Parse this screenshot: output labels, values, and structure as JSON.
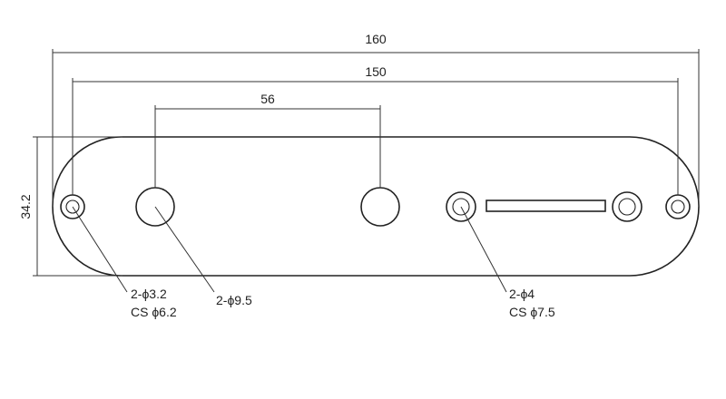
{
  "dimensions": {
    "overall_length": "160",
    "mounting_hole_spacing": "150",
    "control_hole_spacing": "56",
    "plate_width": "34.2"
  },
  "callouts": {
    "mounting_holes": {
      "line1": "2-ϕ3.2",
      "line2": "CS ϕ6.2"
    },
    "control_holes": {
      "line1": "2-ϕ9.5"
    },
    "switch_screws": {
      "line1": "2-ϕ4",
      "line2": "CS ϕ7.5"
    }
  }
}
